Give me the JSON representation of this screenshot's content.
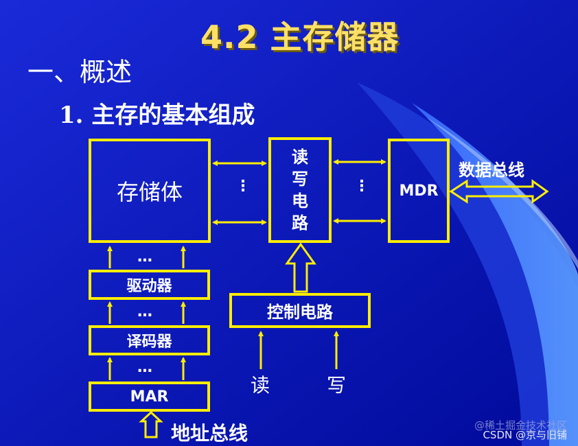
{
  "slide": {
    "title": "4.2 主存储器",
    "heading1": "一、概述",
    "heading2": "1. 主存的基本组成"
  },
  "diagram": {
    "storage_body": "存储体",
    "rw_circuit": [
      "读",
      "写",
      "电",
      "路"
    ],
    "mdr": "MDR",
    "data_bus": "数据总线",
    "driver": "驱动器",
    "decoder": "译码器",
    "mar": "MAR",
    "control_circuit": "控制电路",
    "read": "读",
    "write": "写",
    "address_bus": "地址总线",
    "ellipsis_h": "…",
    "ellipsis_v": "⋮"
  },
  "watermarks": {
    "line1": "@稀土掘金技术社区",
    "line2": "CSDN @京与旧铺"
  },
  "colors": {
    "background": "#0a14c8",
    "accent_yellow": "#ffee00",
    "title_gold": "#ffe066",
    "text": "#ffffff"
  }
}
